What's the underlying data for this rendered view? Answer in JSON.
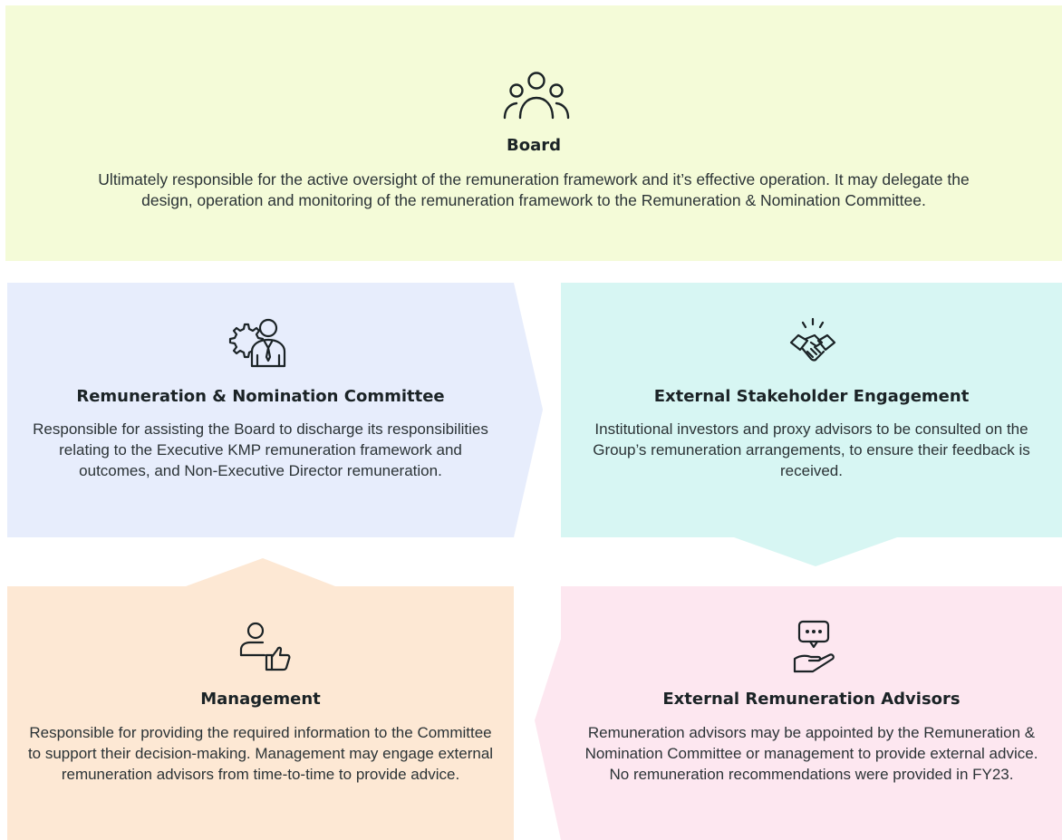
{
  "board": {
    "icon": "group-people-icon",
    "title": "Board",
    "description": "Ultimately responsible for the active oversight of the remuneration framework and it’s effective operation. It may delegate the design, operation and monitoring of the remuneration framework to the Remuneration & Nomination Committee.",
    "color": "#f4fbd8"
  },
  "remuneration_committee": {
    "icon": "gear-person-icon",
    "title": "Remuneration & Nomination Committee",
    "description": "Responsible for assisting the Board to discharge its responsibilities relating to the Executive KMP remuneration framework and outcomes, and Non-Executive Director remuneration.",
    "color": "#e7edfc"
  },
  "external_stakeholder": {
    "icon": "handshake-icon",
    "title": "External Stakeholder Engagement",
    "description": "Institutional investors and proxy advisors to be consulted on the Group’s remuneration arrangements, to ensure their feedback is received.",
    "color": "#d7f6f3"
  },
  "management": {
    "icon": "person-thumbs-up-icon",
    "title": "Management",
    "description": "Responsible for providing the required information to the Committee to support their decision-making. Management may engage external remuneration advisors from time-to-time to provide advice.",
    "color": "#fde8d4"
  },
  "external_advisors": {
    "icon": "hand-speech-bubble-icon",
    "title": "External Remuneration Advisors",
    "description": "Remuneration advisors may be appointed by the Remuneration & Nomination Committee or management to provide external advice. No remuneration recommendations were provided in FY23.",
    "color": "#fde7f0"
  }
}
